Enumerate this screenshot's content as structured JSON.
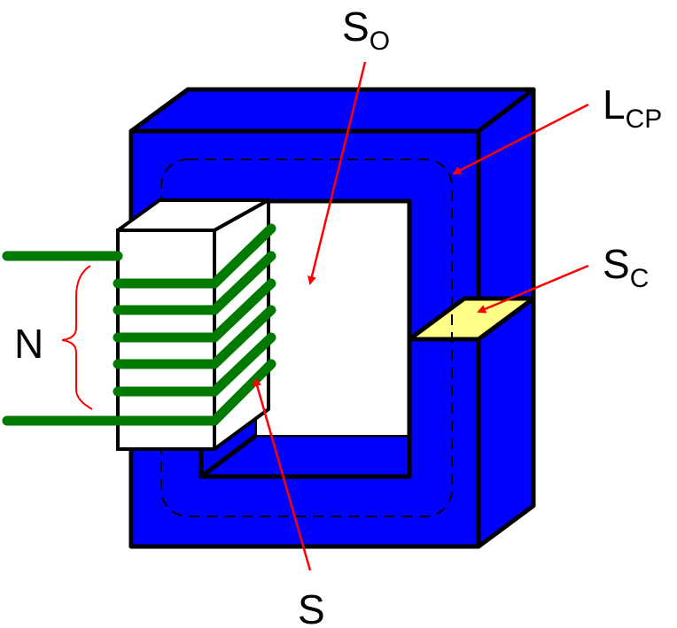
{
  "labels": {
    "s_open": {
      "main": "S",
      "sub": "O"
    },
    "l_cp": {
      "main": "L",
      "sub": "CP"
    },
    "s_c": {
      "main": "S",
      "sub": "C"
    },
    "n": {
      "main": "N"
    },
    "s": {
      "main": "S"
    }
  },
  "colors": {
    "core": "#0000ff",
    "outline": "#000000",
    "winding": "#007a00",
    "gap": "#ffff88",
    "arrow": "#ff0000",
    "bobbin": "#ffffff"
  },
  "icons": {
    "core": "magnetic-core-shape",
    "coil": "coil-winding-shape",
    "gap": "air-gap-shape"
  }
}
